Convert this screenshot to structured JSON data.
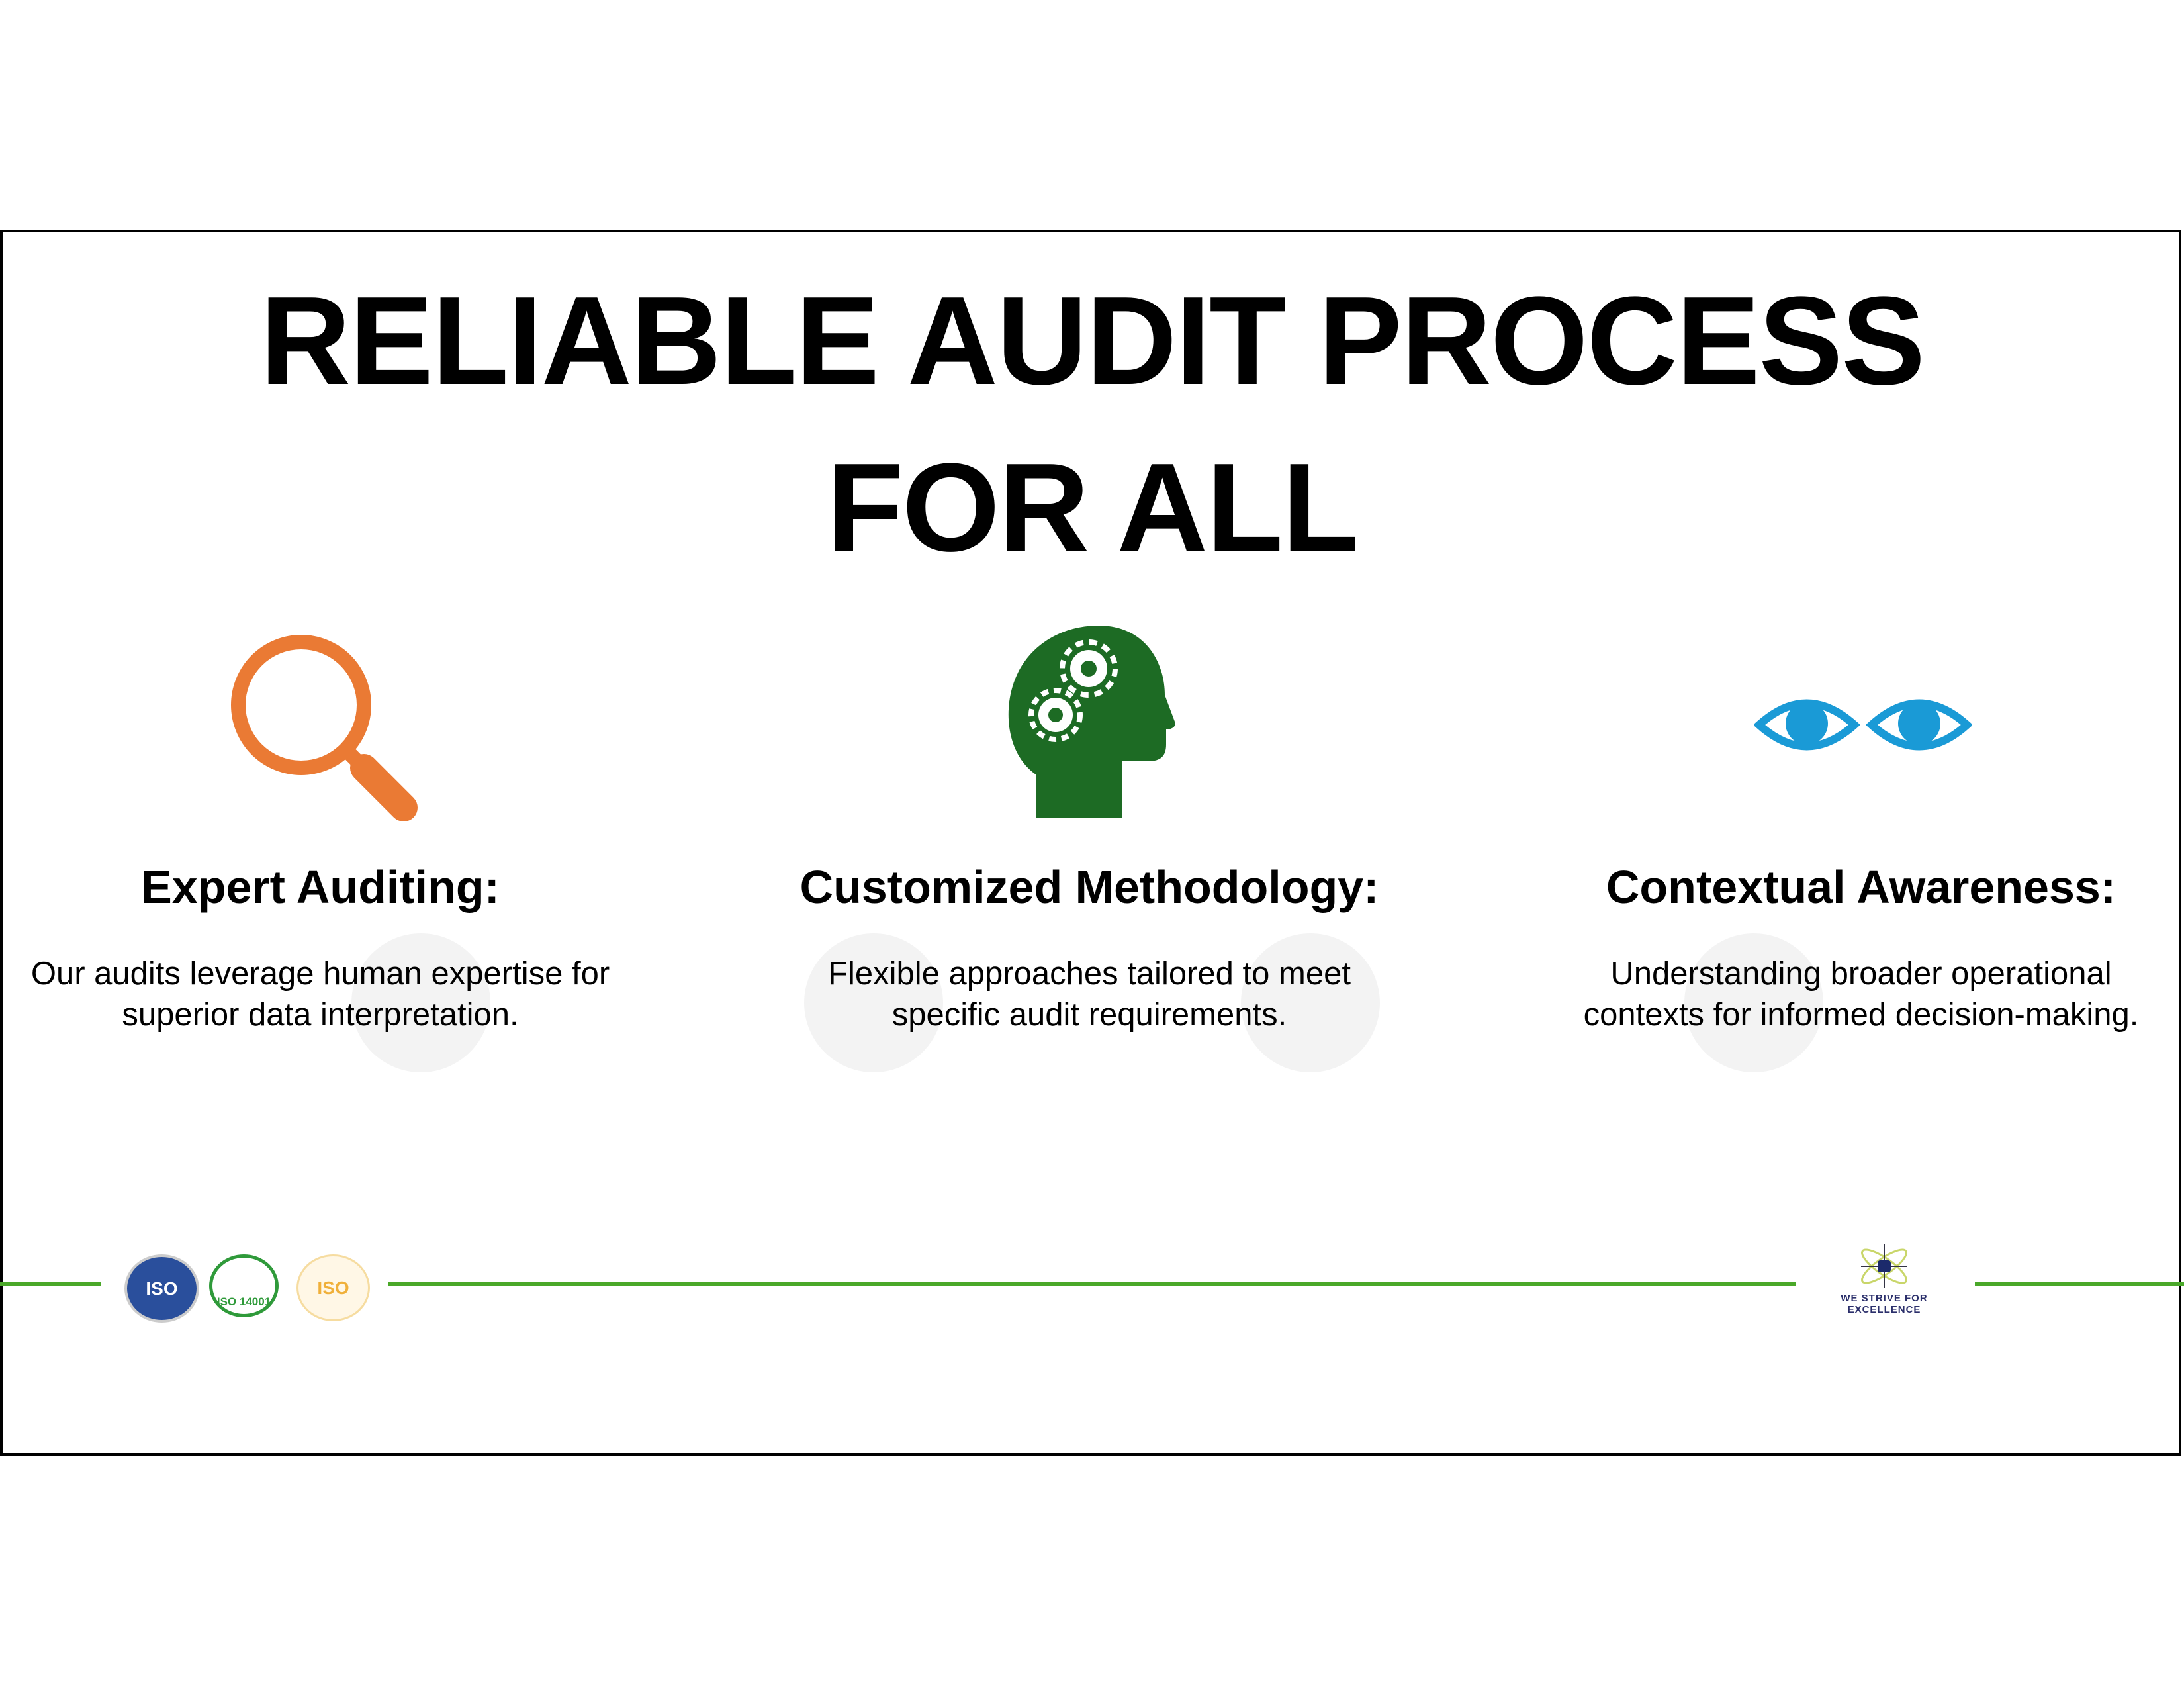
{
  "title": {
    "line1": "RELIABLE AUDIT PROCESS",
    "line2": "FOR ALL"
  },
  "features": [
    {
      "icon": "magnifier-icon",
      "color": "#ea7a34",
      "heading": "Expert Auditing:",
      "line1": "Our audits leverage human expertise for",
      "line2": "superior data interpretation."
    },
    {
      "icon": "head-gears-icon",
      "color": "#1d6b24",
      "heading": "Customized Methodology:",
      "line1": "Flexible approaches tailored to meet",
      "line2": "specific audit requirements."
    },
    {
      "icon": "eyes-icon",
      "color": "#1a9ad6",
      "heading": "Contextual Awareness:",
      "line1": "Understanding broader operational",
      "line2": "contexts for informed decision-making."
    }
  ],
  "footer": {
    "badges": [
      {
        "text": "ISO",
        "color": "#2a4f9c"
      },
      {
        "text": "ISO 14001",
        "color": "#2f9a3a"
      },
      {
        "text": "ISO",
        "color": "#f0b03a"
      }
    ],
    "logo_tagline": "WE STRIVE FOR EXCELLENCE",
    "line_color": "#4aa829"
  }
}
